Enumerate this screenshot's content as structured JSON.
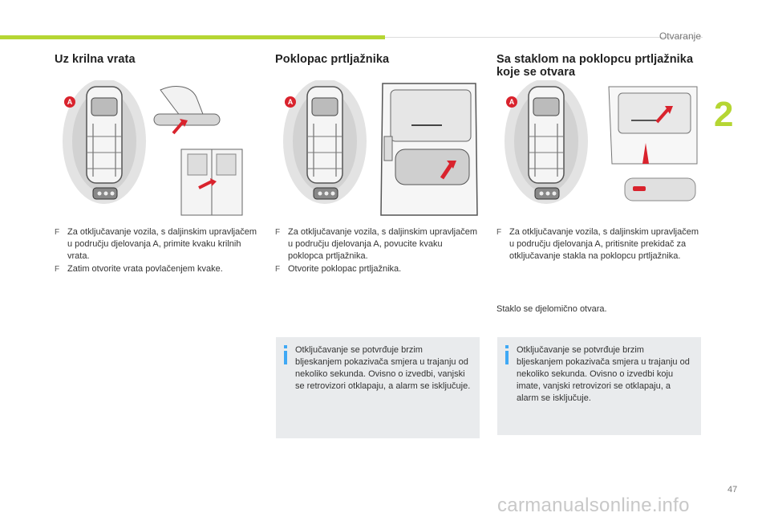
{
  "header": {
    "section": "Otvaranje",
    "chapter": "2"
  },
  "columns": [
    {
      "title": "Uz krilna vrata",
      "badge": "A",
      "bullets": [
        {
          "marker": "F",
          "text": "Za otključavanje vozila, s daljinskim upravljačem u području djelovanja A, primite kvaku krilnih vrata."
        },
        {
          "marker": "F",
          "text": "Zatim otvorite vrata povlačenjem kvake."
        }
      ]
    },
    {
      "title": "Poklopac prtljažnika",
      "badge": "A",
      "bullets": [
        {
          "marker": "F",
          "text": "Za otključavanje vozila, s daljinskim upravljačem u području djelovanja A, povucite kvaku poklopca prtljažnika."
        },
        {
          "marker": "F",
          "text": "Otvorite poklopac prtljažnika."
        }
      ],
      "info": "Otključavanje se potvrđuje brzim bljeskanjem pokazivača smjera u trajanju od nekoliko sekunda. Ovisno o izvedbi, vanjski se retrovizori otklapaju, a alarm se isključuje."
    },
    {
      "title": "Sa staklom na poklopcu prtljažnika koje se otvara",
      "badge": "A",
      "bullets": [
        {
          "marker": "F",
          "text": "Za otključavanje vozila, s daljinskim upravljačem u području djelovanja A, pritisnite prekidač za otključavanje stakla na poklopcu prtljažnika."
        }
      ],
      "note": "Staklo se djelomično otvara.",
      "info": "Otključavanje se potvrđuje brzim bljeskanjem pokazivača smjera u trajanju od nekoliko sekunda. Ovisno o izvedbi koju imate, vanjski retrovizori se otklapaju, a alarm se isključuje."
    }
  ],
  "footer": {
    "page": "47",
    "watermark": "carmanualsonline.info"
  },
  "colors": {
    "accent": "#b5d633",
    "arrow": "#d9232d",
    "infobox": "#e9ebed",
    "info_icon": "#3fa9f5"
  }
}
